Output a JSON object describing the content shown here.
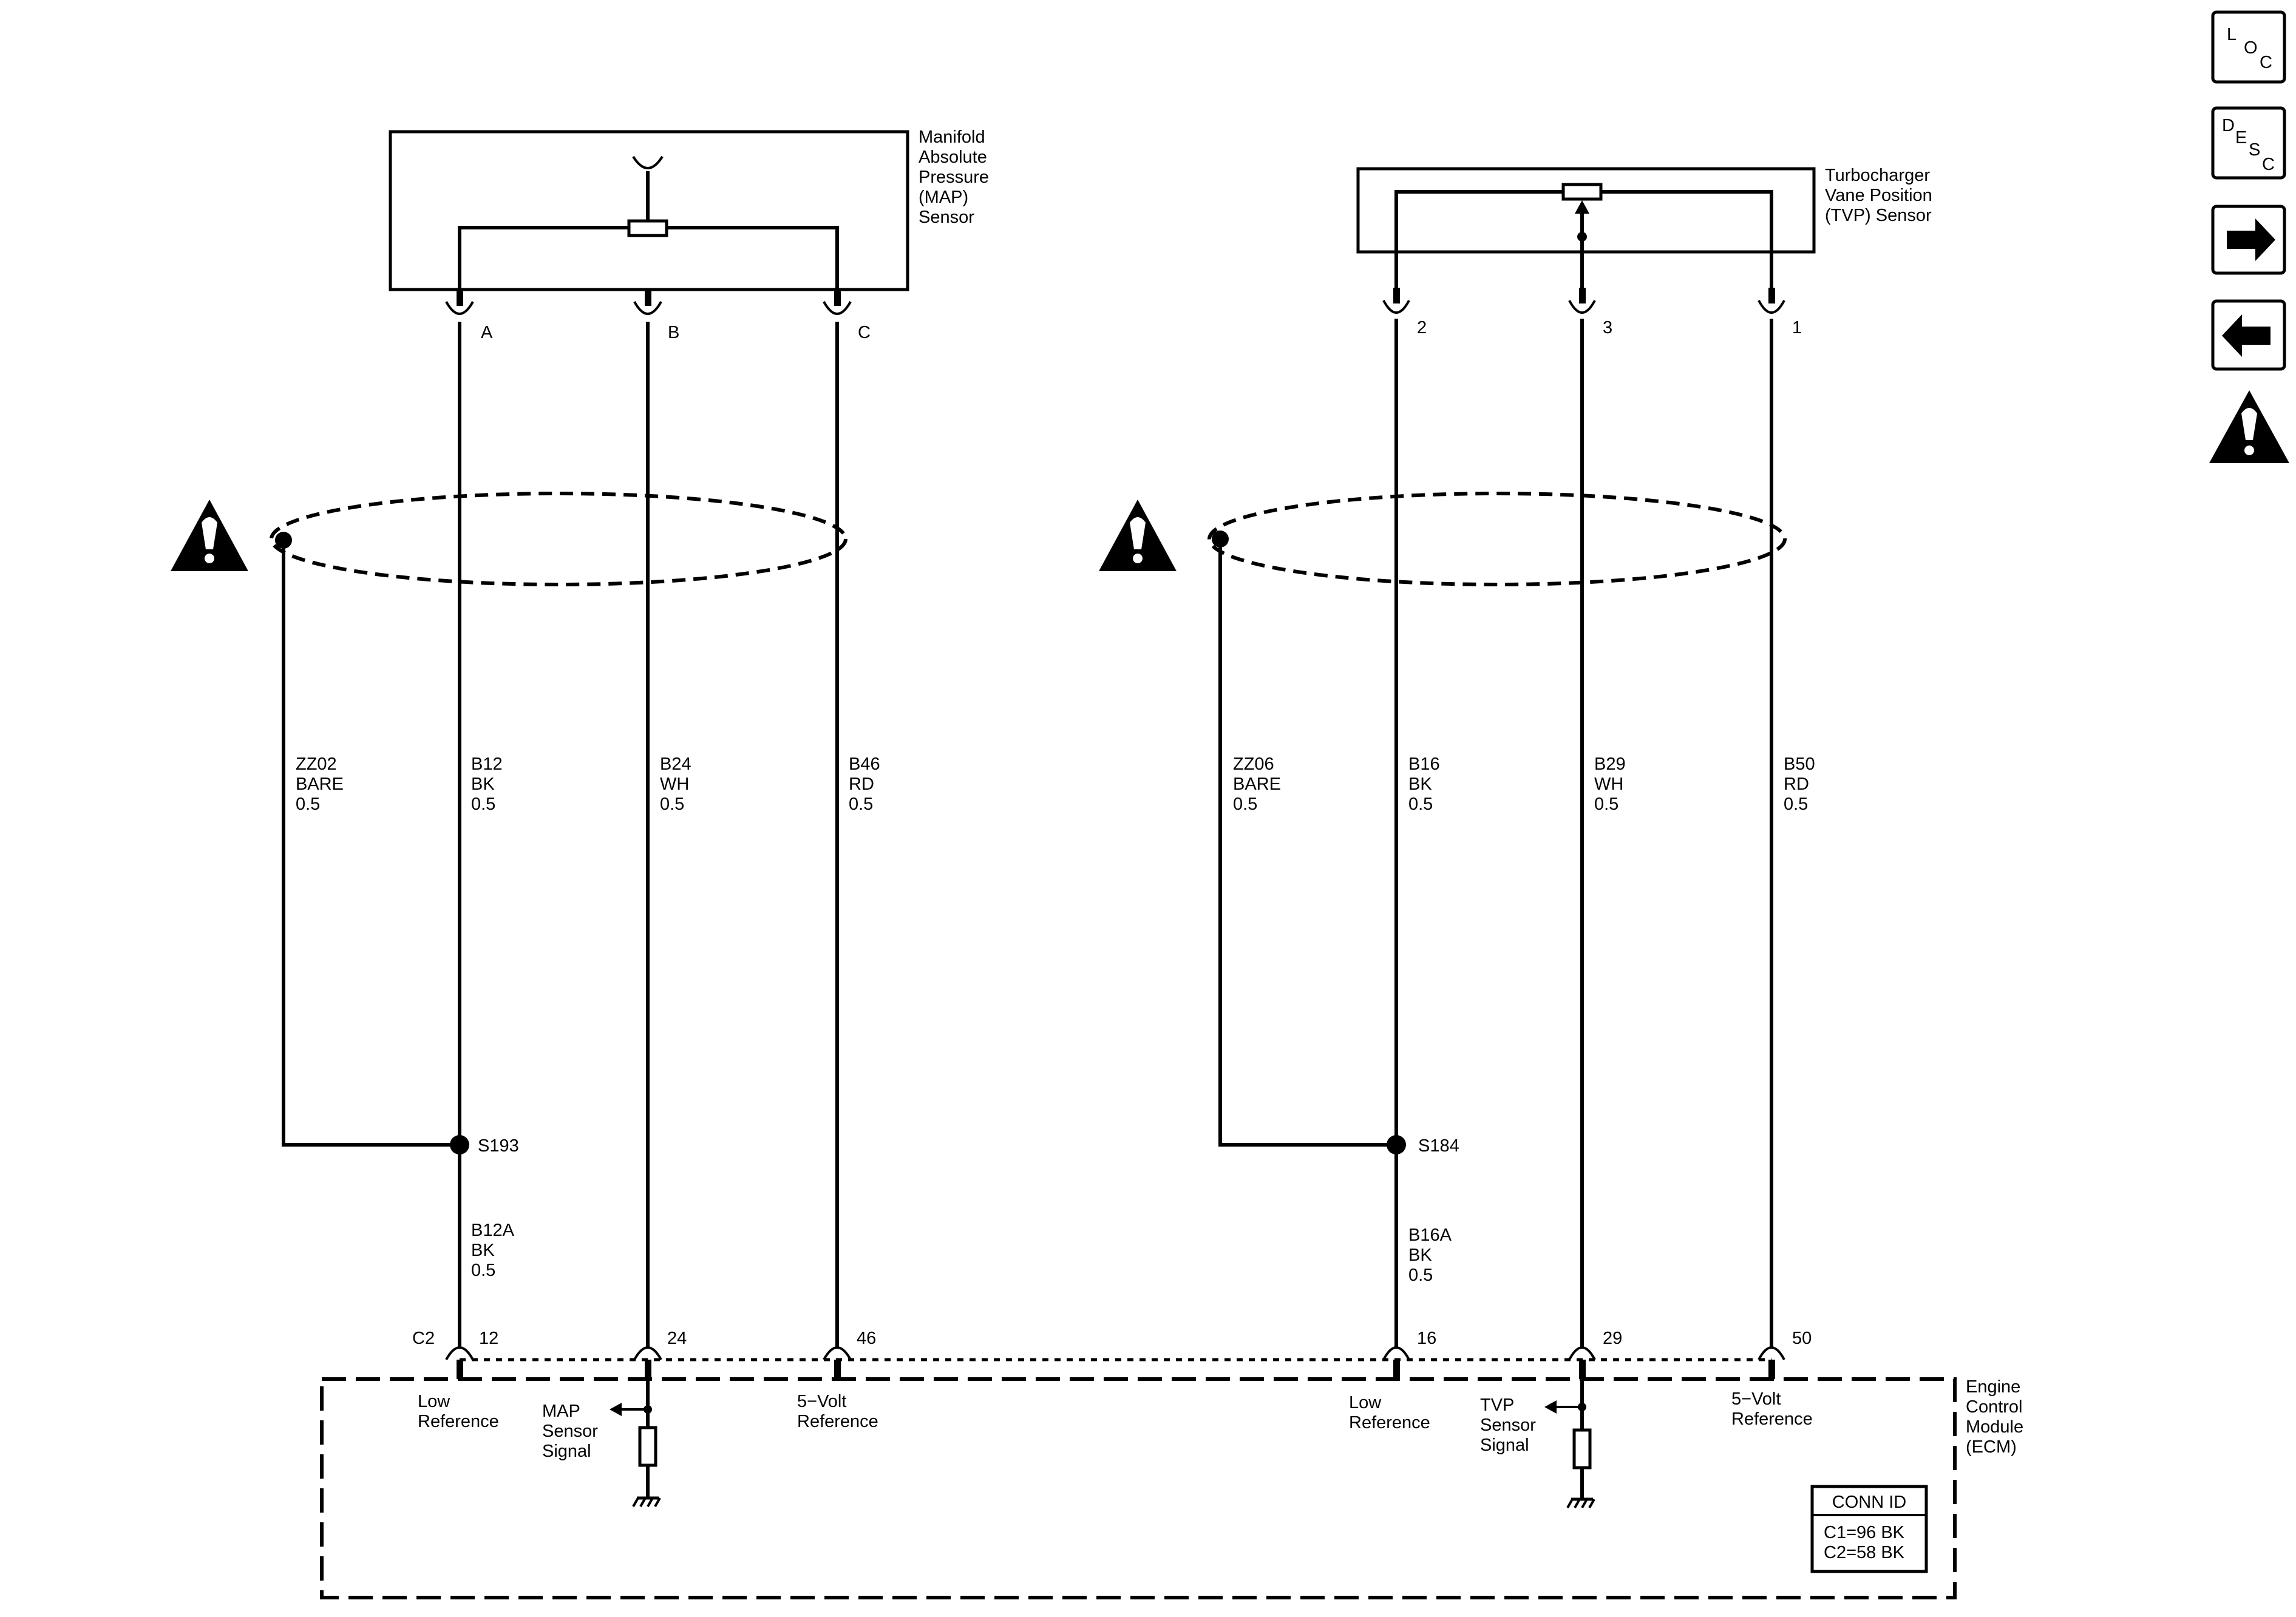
{
  "components": {
    "map_sensor": {
      "name_lines": [
        "Manifold",
        "Absolute",
        "Pressure",
        "(MAP)",
        "Sensor"
      ],
      "pins": [
        "A",
        "B",
        "C"
      ]
    },
    "tvp_sensor": {
      "name_lines": [
        "Turbocharger",
        "Vane Position",
        "(TVP) Sensor"
      ],
      "pins": [
        "2",
        "3",
        "1"
      ]
    },
    "ecm": {
      "name_lines": [
        "Engine",
        "Control",
        "Module",
        "(ECM)"
      ],
      "connector": "C2",
      "pins": [
        "12",
        "24",
        "46",
        "16",
        "29",
        "50"
      ],
      "signals": {
        "low_ref_1": [
          "Low",
          "Reference"
        ],
        "map_signal": [
          "MAP",
          "Sensor",
          "Signal"
        ],
        "five_volt_1": [
          "5−Volt",
          "Reference"
        ],
        "low_ref_2": [
          "Low",
          "Reference"
        ],
        "tvp_signal": [
          "TVP",
          "Sensor",
          "Signal"
        ],
        "five_volt_2": [
          "5−Volt",
          "Reference"
        ]
      },
      "conn_table": {
        "header": "CONN ID",
        "rows": [
          "C1=96 BK",
          "C2=58 BK"
        ]
      }
    }
  },
  "wires": {
    "zz02": [
      "ZZ02",
      "BARE",
      "0.5"
    ],
    "b12": [
      "B12",
      "BK",
      "0.5"
    ],
    "b24": [
      "B24",
      "WH",
      "0.5"
    ],
    "b46": [
      "B46",
      "RD",
      "0.5"
    ],
    "zz06": [
      "ZZ06",
      "BARE",
      "0.5"
    ],
    "b16": [
      "B16",
      "BK",
      "0.5"
    ],
    "b29": [
      "B29",
      "WH",
      "0.5"
    ],
    "b50": [
      "B50",
      "RD",
      "0.5"
    ],
    "b12a": [
      "B12A",
      "BK",
      "0.5"
    ],
    "b16a": [
      "B16A",
      "BK",
      "0.5"
    ]
  },
  "splices": {
    "s193": "S193",
    "s184": "S184"
  },
  "nav": {
    "loc": [
      "L",
      "O",
      "C"
    ],
    "desc": [
      "D",
      "E",
      "S",
      "C"
    ],
    "next_icon": "arrow-right-icon",
    "prev_icon": "arrow-left-icon",
    "caution_icon": "caution-triangle-icon"
  }
}
